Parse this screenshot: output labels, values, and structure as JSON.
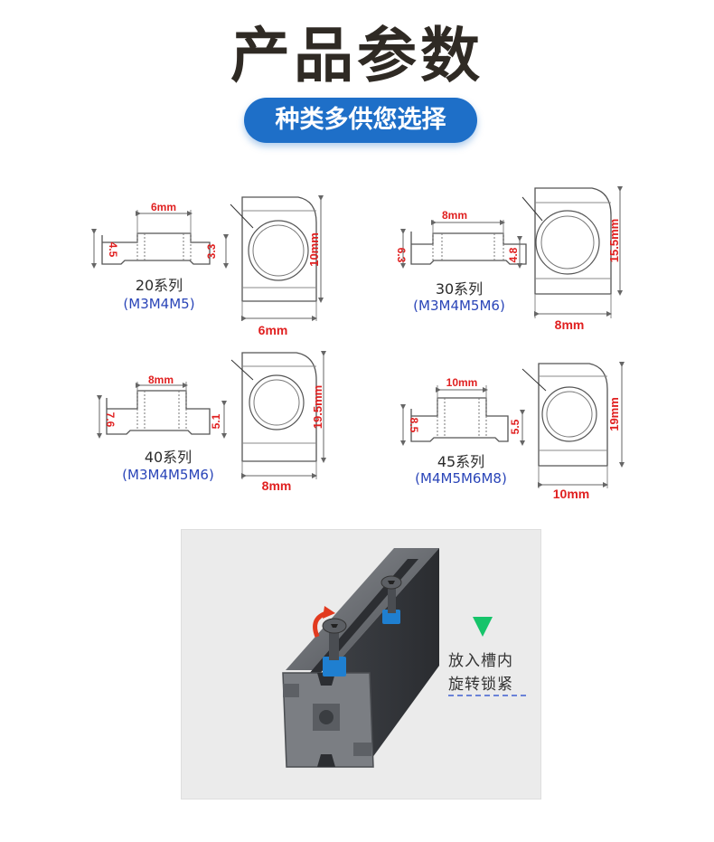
{
  "header": {
    "title": "产品参数",
    "subtitle": "种类多供您选择"
  },
  "specs": [
    {
      "series": "20系列",
      "sizes": "(M3M4M5)",
      "top": "6mm",
      "left": "4.5",
      "right": "3.3",
      "height": "10mm",
      "width": "6mm"
    },
    {
      "series": "30系列",
      "sizes": "(M3M4M5M6)",
      "top": "8mm",
      "left": "6.3",
      "right": "4.8",
      "height": "15.5mm",
      "width": "8mm"
    },
    {
      "series": "40系列",
      "sizes": "(M3M4M5M6)",
      "top": "8mm",
      "left": "7.6",
      "right": "5.1",
      "height": "19.5mm",
      "width": "8mm"
    },
    {
      "series": "45系列",
      "sizes": "(M4M5M6M8)",
      "top": "10mm",
      "left": "8.5",
      "right": "5.5",
      "height": "19mm",
      "width": "10mm"
    }
  ],
  "illustration": {
    "line1": "放入槽内",
    "line2": "旋转锁紧"
  },
  "colors": {
    "accent": "#1e6fc8",
    "dimension_red": "#e02020",
    "size_blue": "#2a45b8",
    "arrow_green": "#16c46a",
    "rotate_red": "#e23a1f",
    "nut_blue": "#1f7fd0"
  }
}
